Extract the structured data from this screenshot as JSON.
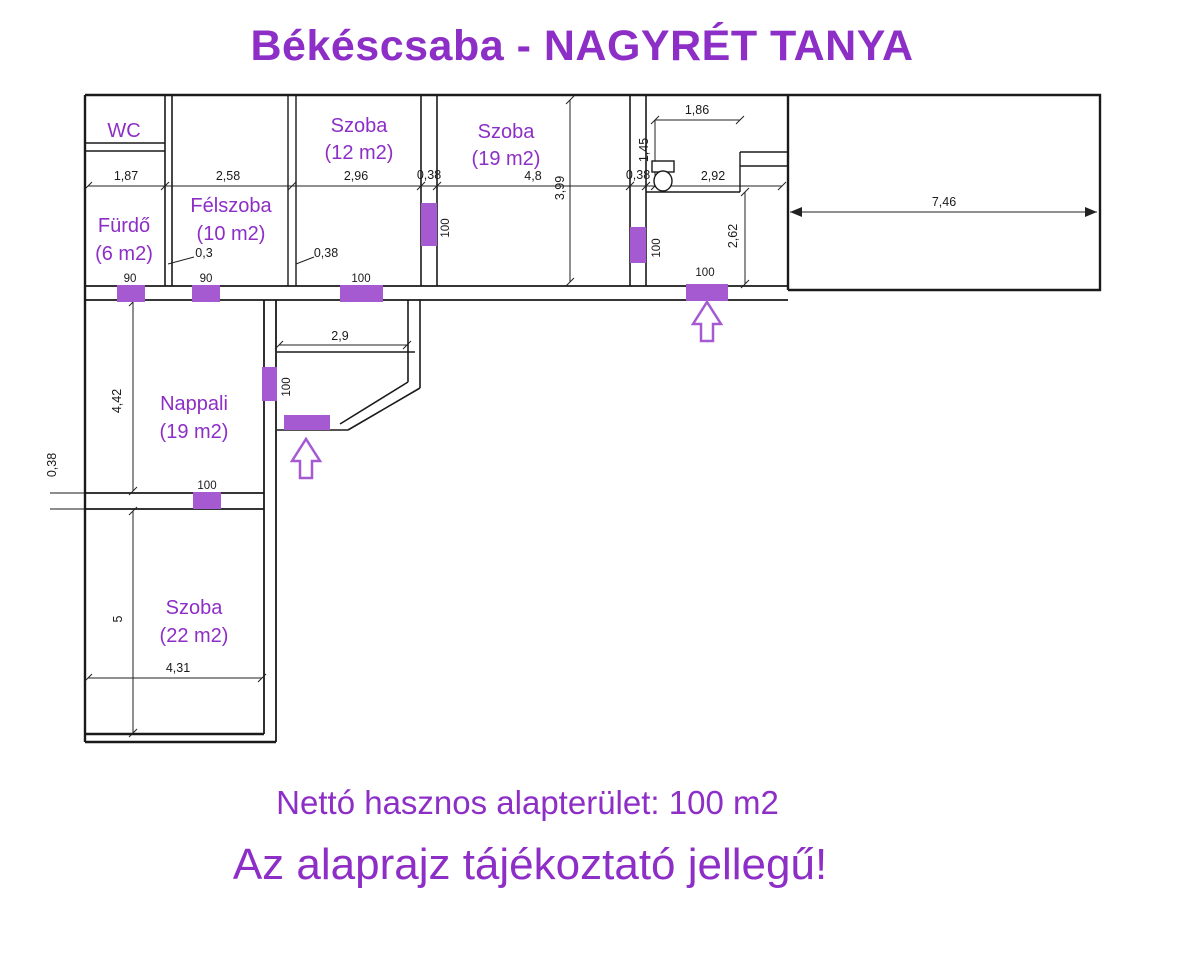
{
  "title": "Békéscsaba - NAGYRÉT TANYA",
  "rooms": {
    "wc": {
      "name": "WC"
    },
    "furdo": {
      "name": "Fürdő",
      "area": "(6 m2)"
    },
    "felszoba": {
      "name": "Félszoba",
      "area": "(10 m2)"
    },
    "szoba12": {
      "name": "Szoba",
      "area": "(12 m2)"
    },
    "szoba19": {
      "name": "Szoba",
      "area": "(19 m2)"
    },
    "nappali": {
      "name": "Nappali",
      "area": "(19 m2)"
    },
    "szoba22": {
      "name": "Szoba",
      "area": "(22 m2)"
    }
  },
  "dims": {
    "t187": "1,87",
    "t258": "2,58",
    "t296": "2,96",
    "t038a": "0,38",
    "t48": "4,8",
    "t038b": "0,38",
    "t292": "2,92",
    "t186": "1,86",
    "t746": "7,46",
    "v399": "3,99",
    "v145": "1,45",
    "v262": "2,62",
    "m03": "0,3",
    "m038": "0,38",
    "h29": "2,9",
    "v442": "4,42",
    "v038": "0,38",
    "v5": "5",
    "b431": "4,31",
    "w90a": "90",
    "w90b": "90",
    "w100a": "100",
    "w100b": "100",
    "w100c": "100",
    "w100d": "100",
    "w100e": "100",
    "w100f": "100"
  },
  "footer": {
    "line1": "Nettó hasznos alapterület: 100 m2",
    "line2": "Az alaprajz tájékoztató jellegű!"
  },
  "colors": {
    "accent": "#8d2ec6",
    "marker": "#a55ad2",
    "wall": "#1a1a1a"
  }
}
